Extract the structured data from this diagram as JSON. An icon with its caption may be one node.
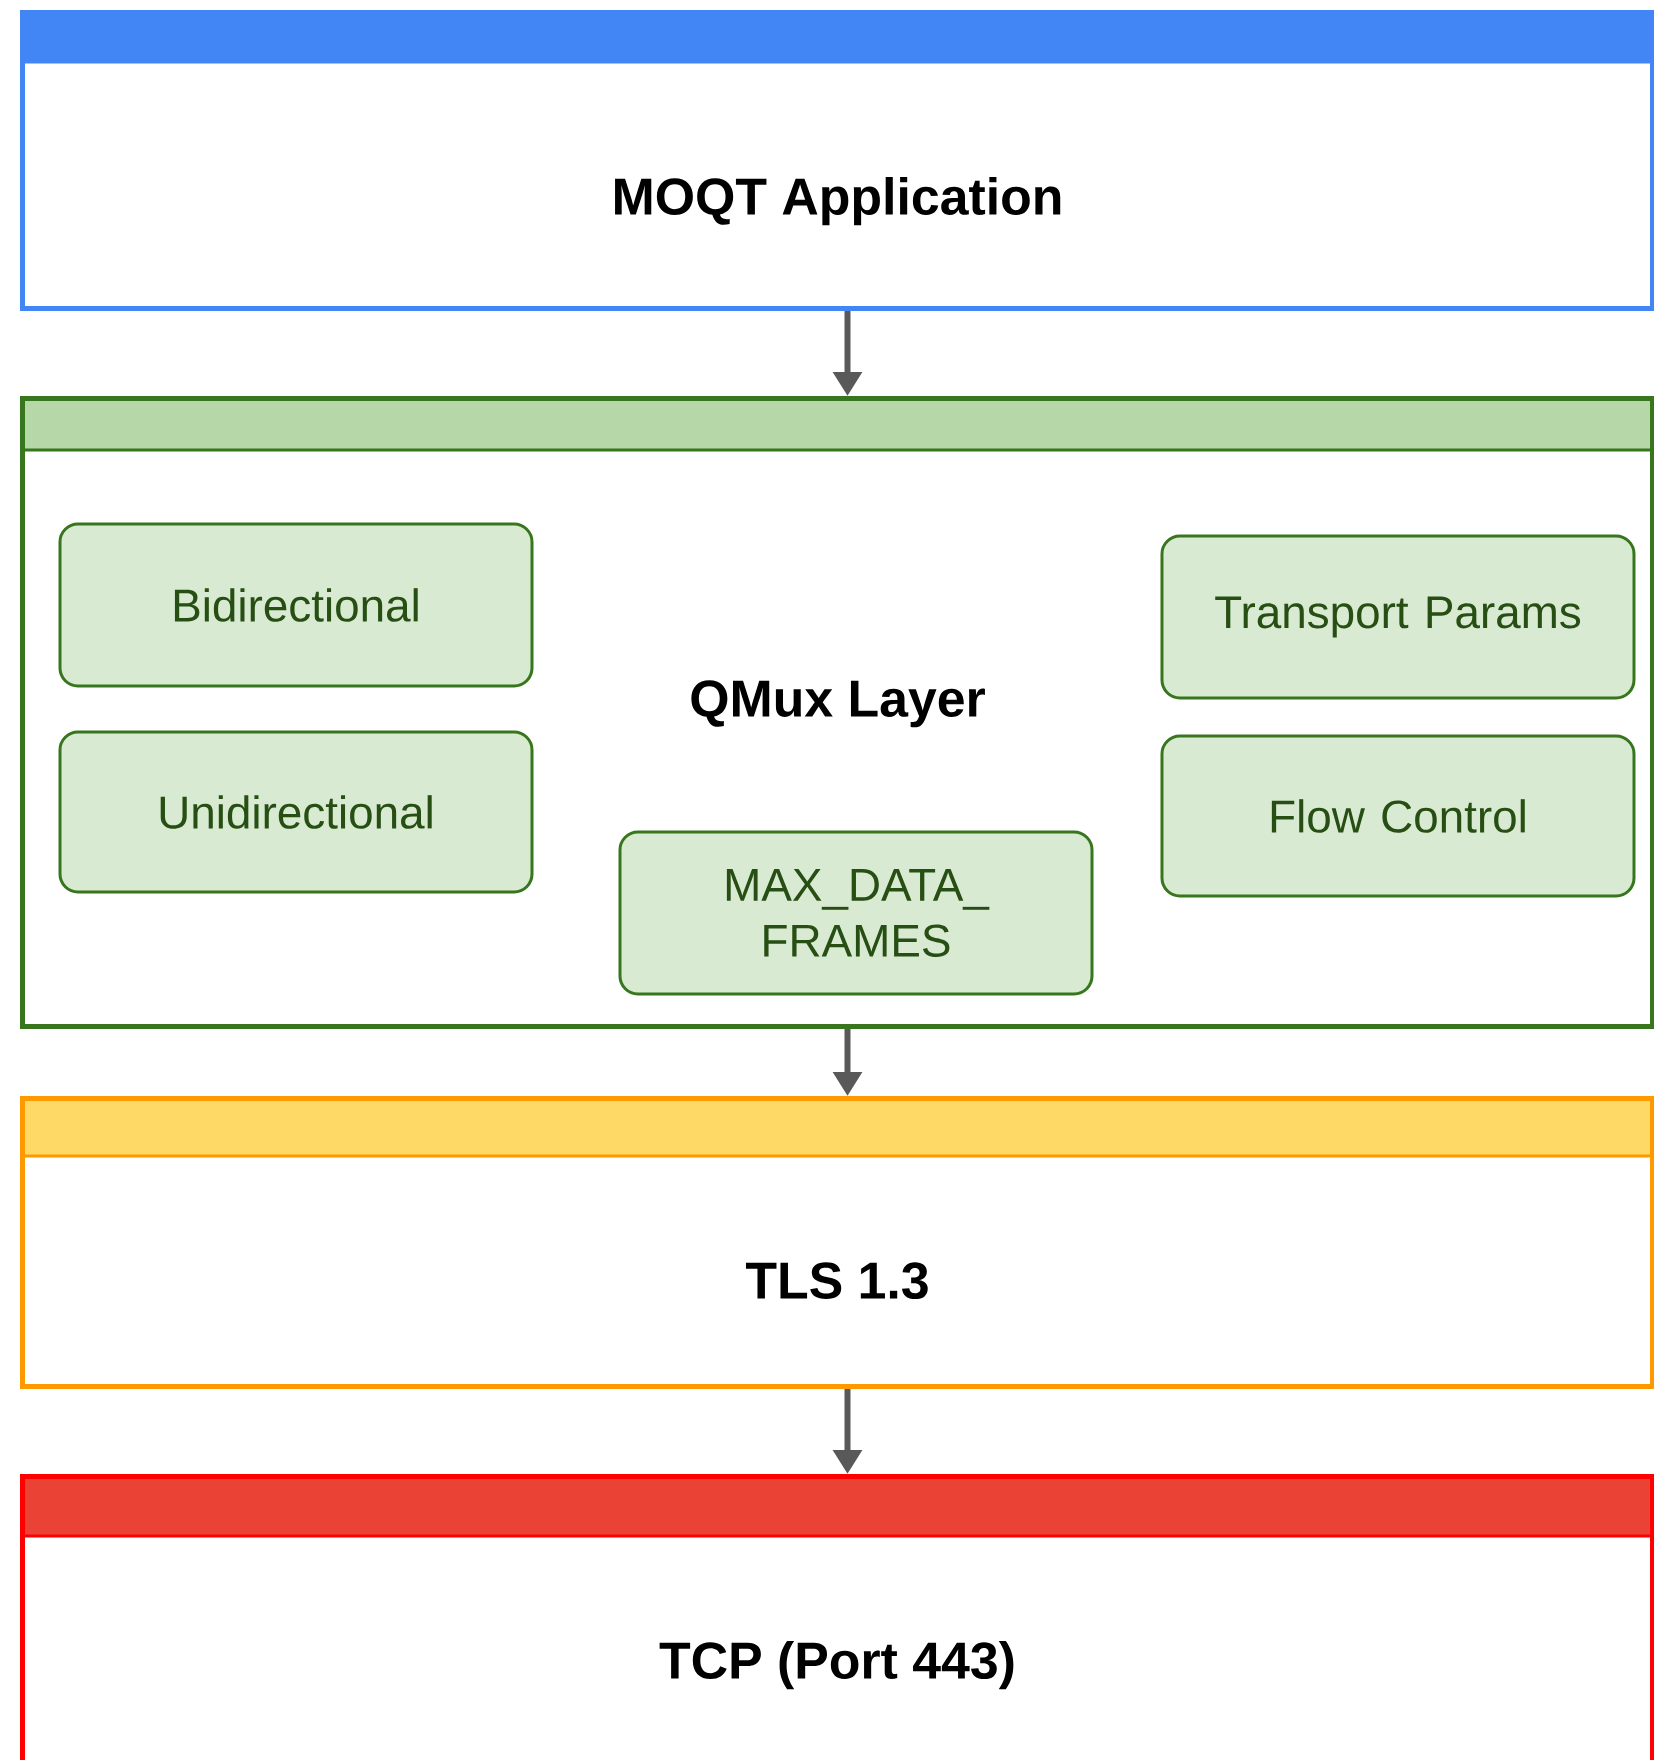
{
  "diagram": {
    "nodes": [
      {
        "text": [
          "MOQT Application"
        ]
      },
      {
        "text": [
          "QMux Layer"
        ]
      },
      {
        "text": [
          "Bidirectional"
        ],
        "in": 1
      },
      {
        "text": [
          "Transport Params"
        ],
        "in": 1
      },
      {
        "text": [
          "Unidirectional"
        ],
        "in": 1
      },
      {
        "text": [
          "Flow Control"
        ],
        "in": 1
      },
      {
        "text": [
          "MAX_DATA_ FRAMES"
        ],
        "in": 1
      },
      {
        "text": [
          "TLS 1.3"
        ]
      },
      {
        "text": [
          "TCP (Port 443)"
        ]
      }
    ],
    "edges": [
      {
        "from": 0,
        "to": 1,
        "arrow": "to"
      },
      {
        "from": 1,
        "to": 7,
        "arrow": "to"
      },
      {
        "from": 7,
        "to": 8,
        "arrow": "to"
      }
    ]
  }
}
